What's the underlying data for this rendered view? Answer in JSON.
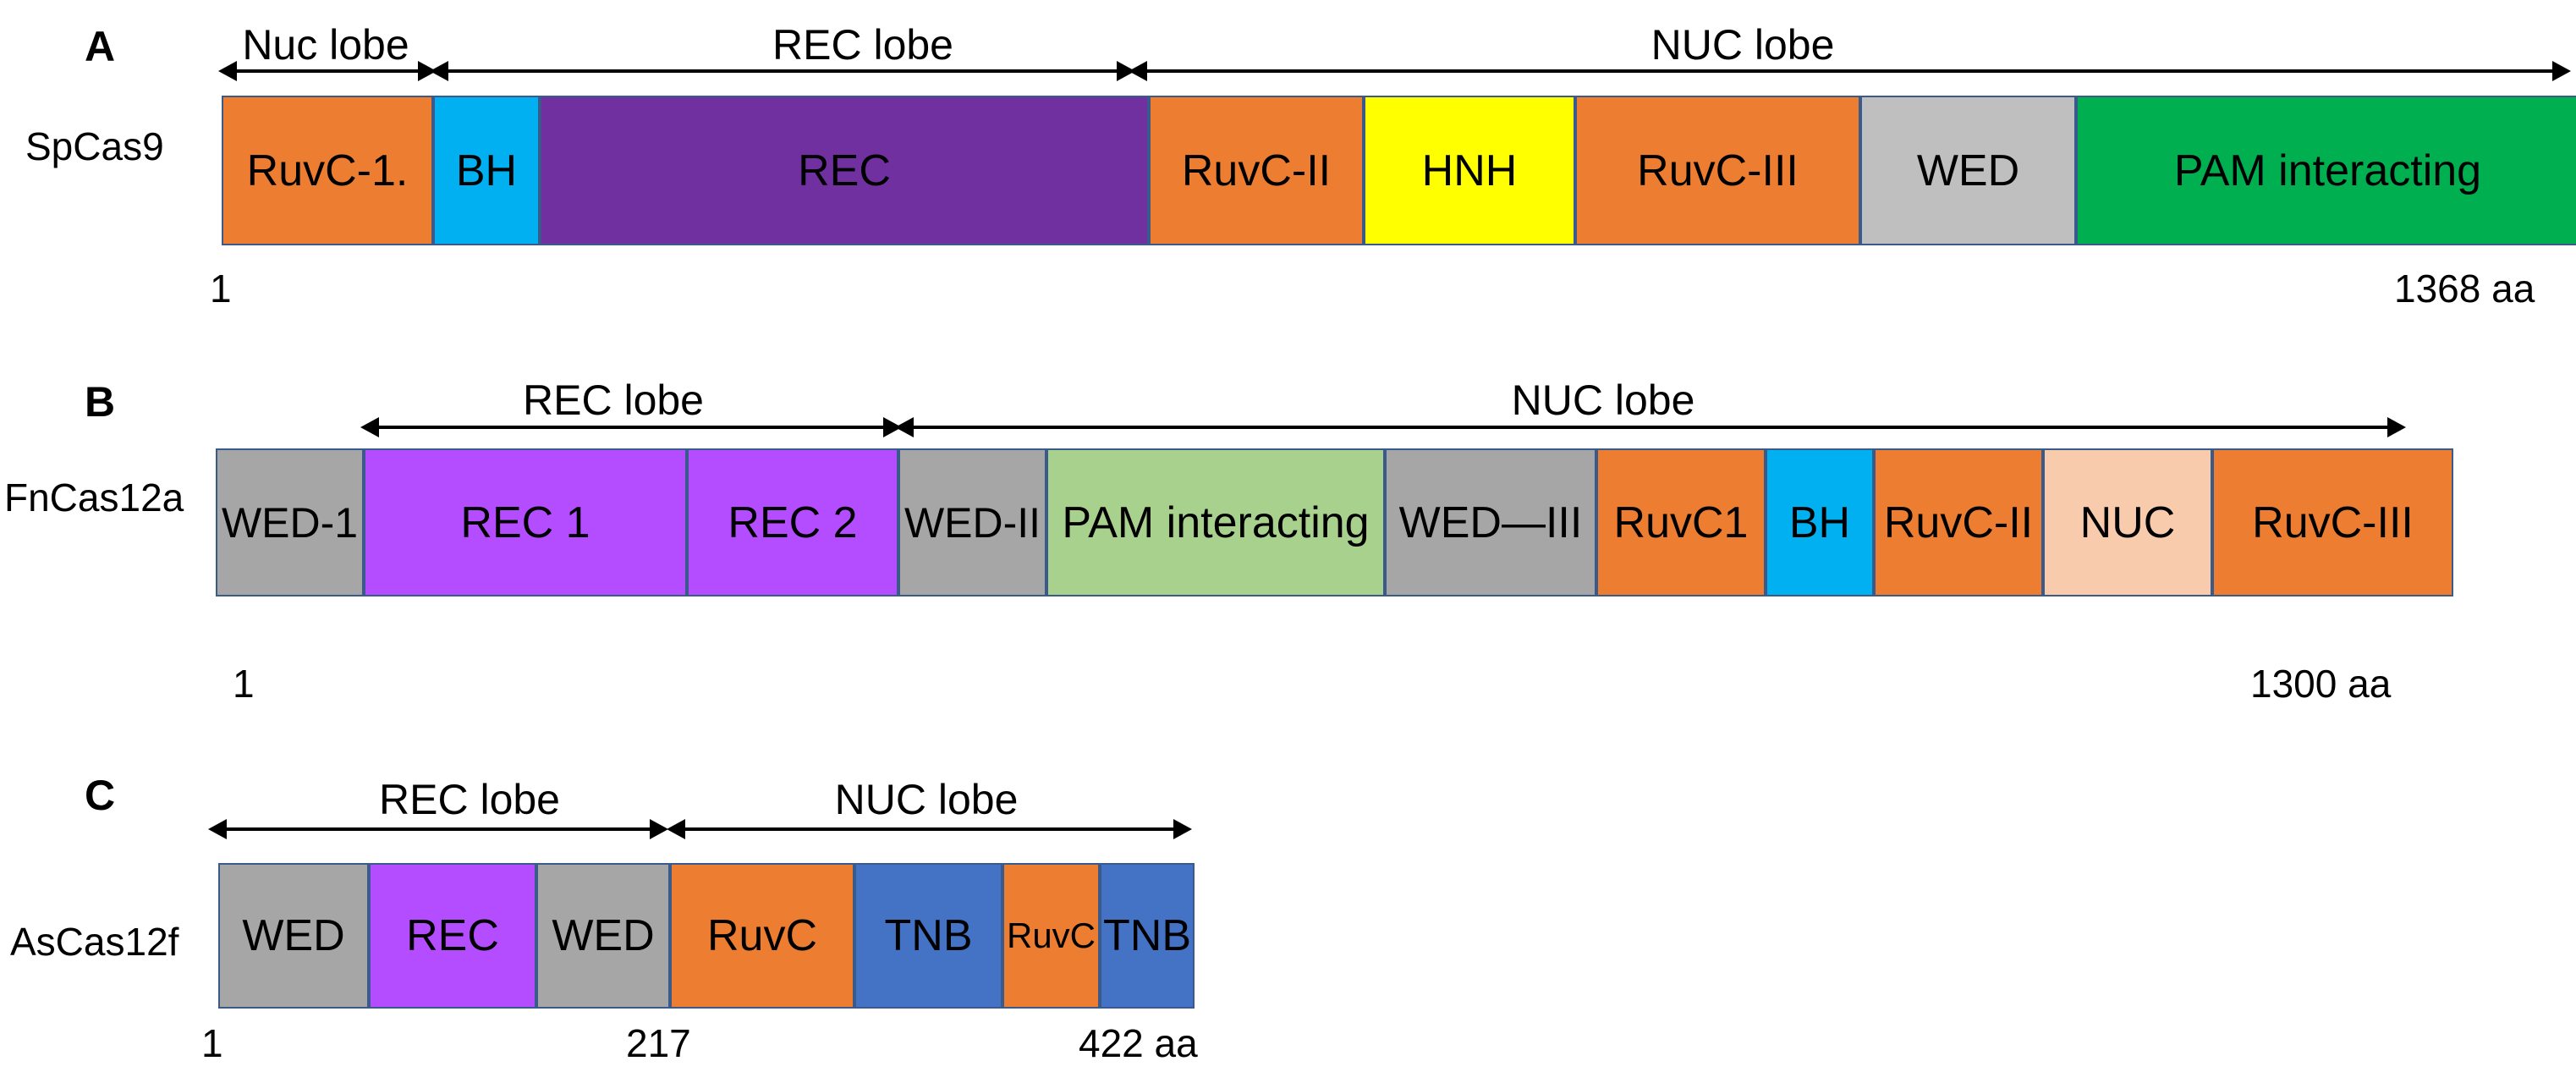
{
  "panels": [
    {
      "letter": "A",
      "protein": "SpCas9",
      "lobes": [
        {
          "label": "Nuc lobe"
        },
        {
          "label": "REC lobe"
        },
        {
          "label": "NUC lobe"
        }
      ],
      "domains": [
        {
          "label": "RuvC-1.",
          "color": "#ED7D31"
        },
        {
          "label": "BH",
          "color": "#00B0F0"
        },
        {
          "label": "REC",
          "color": "#7030A0"
        },
        {
          "label": "RuvC-II",
          "color": "#ED7D31"
        },
        {
          "label": "HNH",
          "color": "#FFFF00"
        },
        {
          "label": "RuvC-III",
          "color": "#ED7D31"
        },
        {
          "label": "WED",
          "color": "#BFBFBF"
        },
        {
          "label": "PAM interacting",
          "color": "#00B050"
        }
      ],
      "positions": [
        {
          "label": "1"
        },
        {
          "label": "1368 aa"
        }
      ]
    },
    {
      "letter": "B",
      "protein": "FnCas12a",
      "lobes": [
        {
          "label": "REC lobe"
        },
        {
          "label": "NUC lobe"
        }
      ],
      "domains": [
        {
          "label": "WED-1",
          "color": "#A6A6A6"
        },
        {
          "label": "REC 1",
          "color": "#B44CFF"
        },
        {
          "label": "REC 2",
          "color": "#B44CFF"
        },
        {
          "label": "WED-II",
          "color": "#A6A6A6"
        },
        {
          "label": "PAM interacting",
          "color": "#A9D18E"
        },
        {
          "label": "WED—III",
          "color": "#A6A6A6"
        },
        {
          "label": "RuvC1",
          "color": "#ED7D31"
        },
        {
          "label": "BH",
          "color": "#00B0F0"
        },
        {
          "label": "RuvC-II",
          "color": "#ED7D31"
        },
        {
          "label": "NUC",
          "color": "#F8CBAD"
        },
        {
          "label": "RuvC-III",
          "color": "#ED7D31"
        }
      ],
      "positions": [
        {
          "label": "1"
        },
        {
          "label": "1300 aa"
        }
      ]
    },
    {
      "letter": "C",
      "protein": "AsCas12f",
      "lobes": [
        {
          "label": "REC lobe"
        },
        {
          "label": "NUC lobe"
        }
      ],
      "domains": [
        {
          "label": "WED",
          "color": "#A6A6A6"
        },
        {
          "label": "REC",
          "color": "#B44CFF"
        },
        {
          "label": "WED",
          "color": "#A6A6A6"
        },
        {
          "label": "RuvC",
          "color": "#ED7D31"
        },
        {
          "label": "TNB",
          "color": "#4472C4"
        },
        {
          "label": "RuvC",
          "color": "#ED7D31"
        },
        {
          "label": "TNB",
          "color": "#4472C4"
        }
      ],
      "positions": [
        {
          "label": "1"
        },
        {
          "label": "217"
        },
        {
          "label": "422 aa"
        }
      ]
    }
  ]
}
